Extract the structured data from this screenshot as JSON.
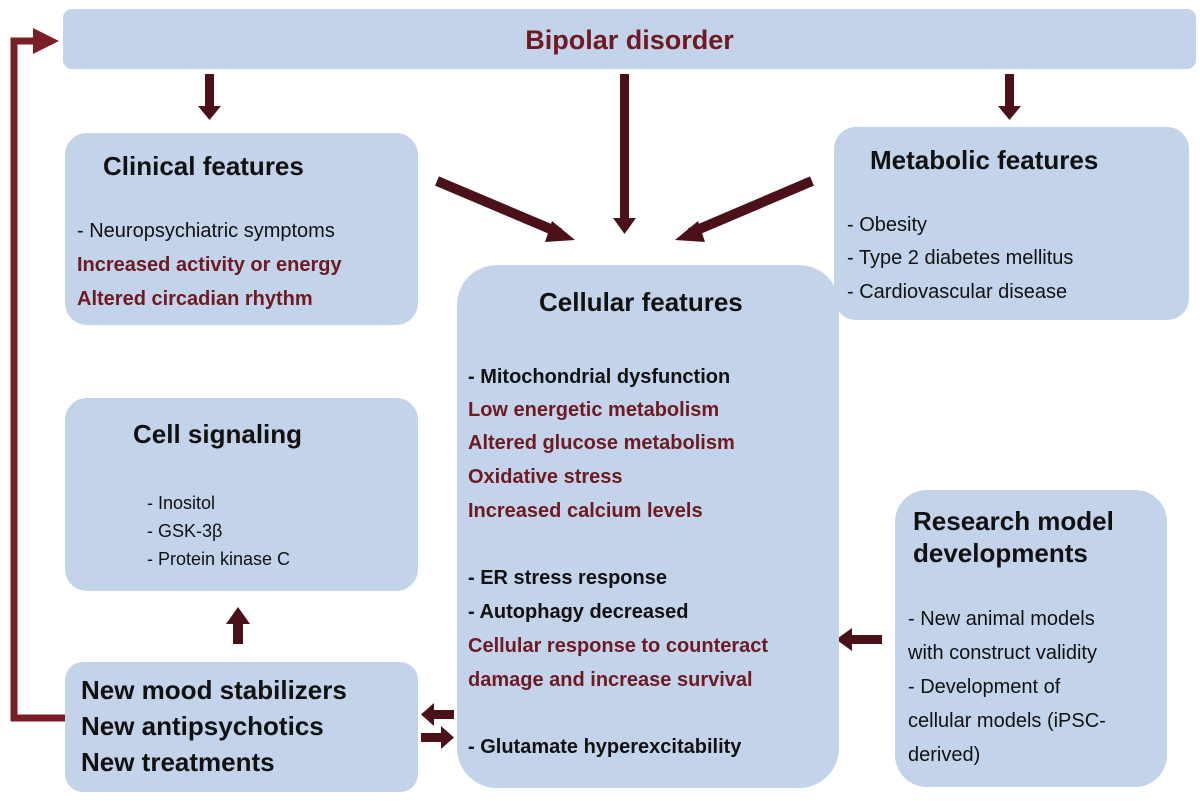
{
  "colors": {
    "box_fill": "#c2d3ea",
    "arrow_dark": "#4a1218",
    "feedback_arrow": "#7a1e28",
    "highlight_text": "#6e1a22",
    "text": "#111111"
  },
  "header": {
    "title": "Bipolar disorder"
  },
  "clinical": {
    "title": "Clinical features",
    "items": [
      {
        "text": "- Neuropsychiatric symptoms",
        "style": "normal"
      },
      {
        "text": "Increased activity or energy",
        "style": "highlight"
      },
      {
        "text": "Altered circadian rhythm",
        "style": "highlight"
      }
    ]
  },
  "metabolic": {
    "title": "Metabolic features",
    "items": [
      {
        "text": "- Obesity"
      },
      {
        "text": "- Type 2 diabetes mellitus"
      },
      {
        "text": "- Cardiovascular disease"
      }
    ]
  },
  "cellular": {
    "title": "Cellular features",
    "items": [
      {
        "text": "- Mitochondrial dysfunction",
        "style": "bold"
      },
      {
        "text": "Low energetic metabolism",
        "style": "highlight"
      },
      {
        "text": "Altered glucose metabolism",
        "style": "highlight"
      },
      {
        "text": "Oxidative stress",
        "style": "highlight"
      },
      {
        "text": "Increased calcium levels",
        "style": "highlight"
      },
      {
        "text": "- ER stress response",
        "style": "bold"
      },
      {
        "text": "- Autophagy decreased",
        "style": "bold"
      },
      {
        "text": "Cellular response to counteract",
        "style": "highlight"
      },
      {
        "text": "damage and increase survival",
        "style": "highlight"
      },
      {
        "text": "- Glutamate hyperexcitability",
        "style": "bold"
      }
    ]
  },
  "signaling": {
    "title": "Cell signaling",
    "items": [
      {
        "text": "- Inositol"
      },
      {
        "text": "- GSK-3β"
      },
      {
        "text": "- Protein kinase C"
      }
    ]
  },
  "treatments": {
    "items": [
      {
        "text": "New mood stabilizers"
      },
      {
        "text": "New antipsychotics"
      },
      {
        "text": "New treatments"
      }
    ]
  },
  "research": {
    "title_lines": [
      "Research model",
      "developments"
    ],
    "items": [
      {
        "text": "- New animal models"
      },
      {
        "text": "with construct validity"
      },
      {
        "text": "- Development of"
      },
      {
        "text": "cellular models (iPSC-"
      },
      {
        "text": "derived)"
      }
    ]
  },
  "arrows": [
    {
      "from": "bipolar-disorder",
      "to": "clinical-features"
    },
    {
      "from": "bipolar-disorder",
      "to": "cellular-features"
    },
    {
      "from": "bipolar-disorder",
      "to": "metabolic-features"
    },
    {
      "from": "clinical-features",
      "to": "cellular-features"
    },
    {
      "from": "metabolic-features",
      "to": "cellular-features"
    },
    {
      "from": "research-model-developments",
      "to": "cellular-features"
    },
    {
      "from": "new-treatments",
      "to": "cell-signaling"
    },
    {
      "from": "cellular-features",
      "to": "new-treatments"
    },
    {
      "from": "new-treatments",
      "to": "cellular-features"
    },
    {
      "from": "new-treatments",
      "to": "bipolar-disorder"
    }
  ]
}
